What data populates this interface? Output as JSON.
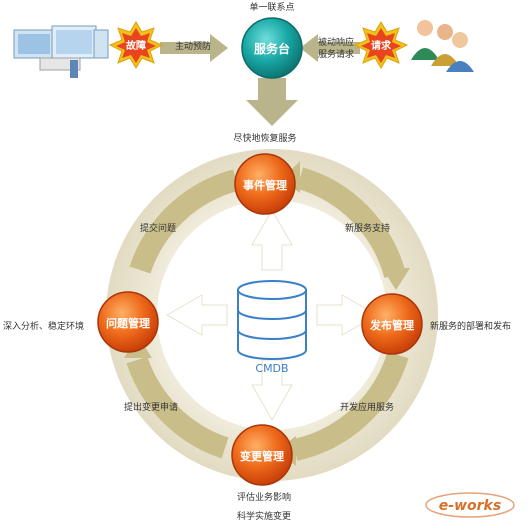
{
  "top": {
    "service_desk": "服务台",
    "single_contact": "单一联系点",
    "fault": "故障",
    "request": "请求",
    "proactive_prevention": "主动预防",
    "passive_response_line1": "被动响应",
    "passive_response_line2": "服务请求",
    "restore_service": "尽快地恢复服务"
  },
  "cycle": {
    "incident": "事件管理",
    "problem": "问题管理",
    "release": "发布管理",
    "change": "变更管理",
    "cmdb": "CMDB",
    "submit_problem": "提交问题",
    "new_service_support": "新服务支持",
    "deep_analysis": "深入分析、稳定环境",
    "new_service_deploy": "新服务的部署和发布",
    "submit_change_request": "提出变更申请",
    "develop_app_service": "开发应用服务",
    "assess_impact": "评估业务影响",
    "scientific_change": "科学实施变更"
  },
  "watermark": "e-works",
  "colors": {
    "service_desk": "#1aa0a0",
    "cycle_node": "#e85a0f",
    "burst": "#f2c21a",
    "ring": "#ece6d2",
    "arrow": "#c9bd8a",
    "cmdb": "#3a7fc8"
  }
}
